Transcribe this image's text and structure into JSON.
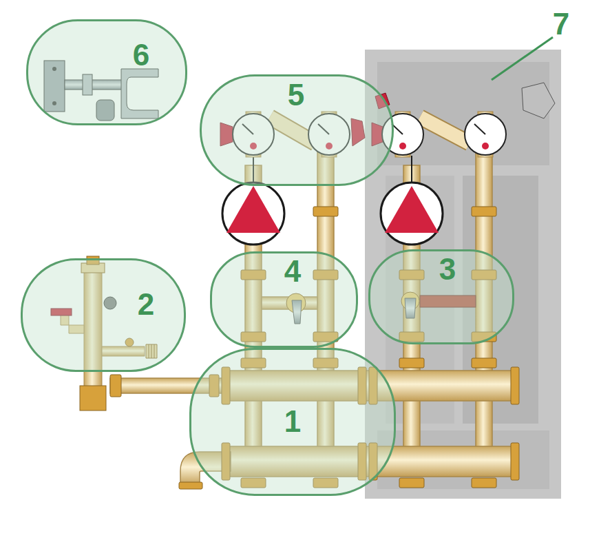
{
  "diagram": {
    "nodes": [
      {
        "text": [
          "6"
        ]
      },
      {
        "text": [
          "5"
        ]
      },
      {
        "text": [
          "2"
        ]
      },
      {
        "text": [
          "4"
        ]
      },
      {
        "text": [
          "3"
        ]
      },
      {
        "text": [
          "1"
        ]
      }
    ],
    "labels": [
      "7"
    ]
  }
}
